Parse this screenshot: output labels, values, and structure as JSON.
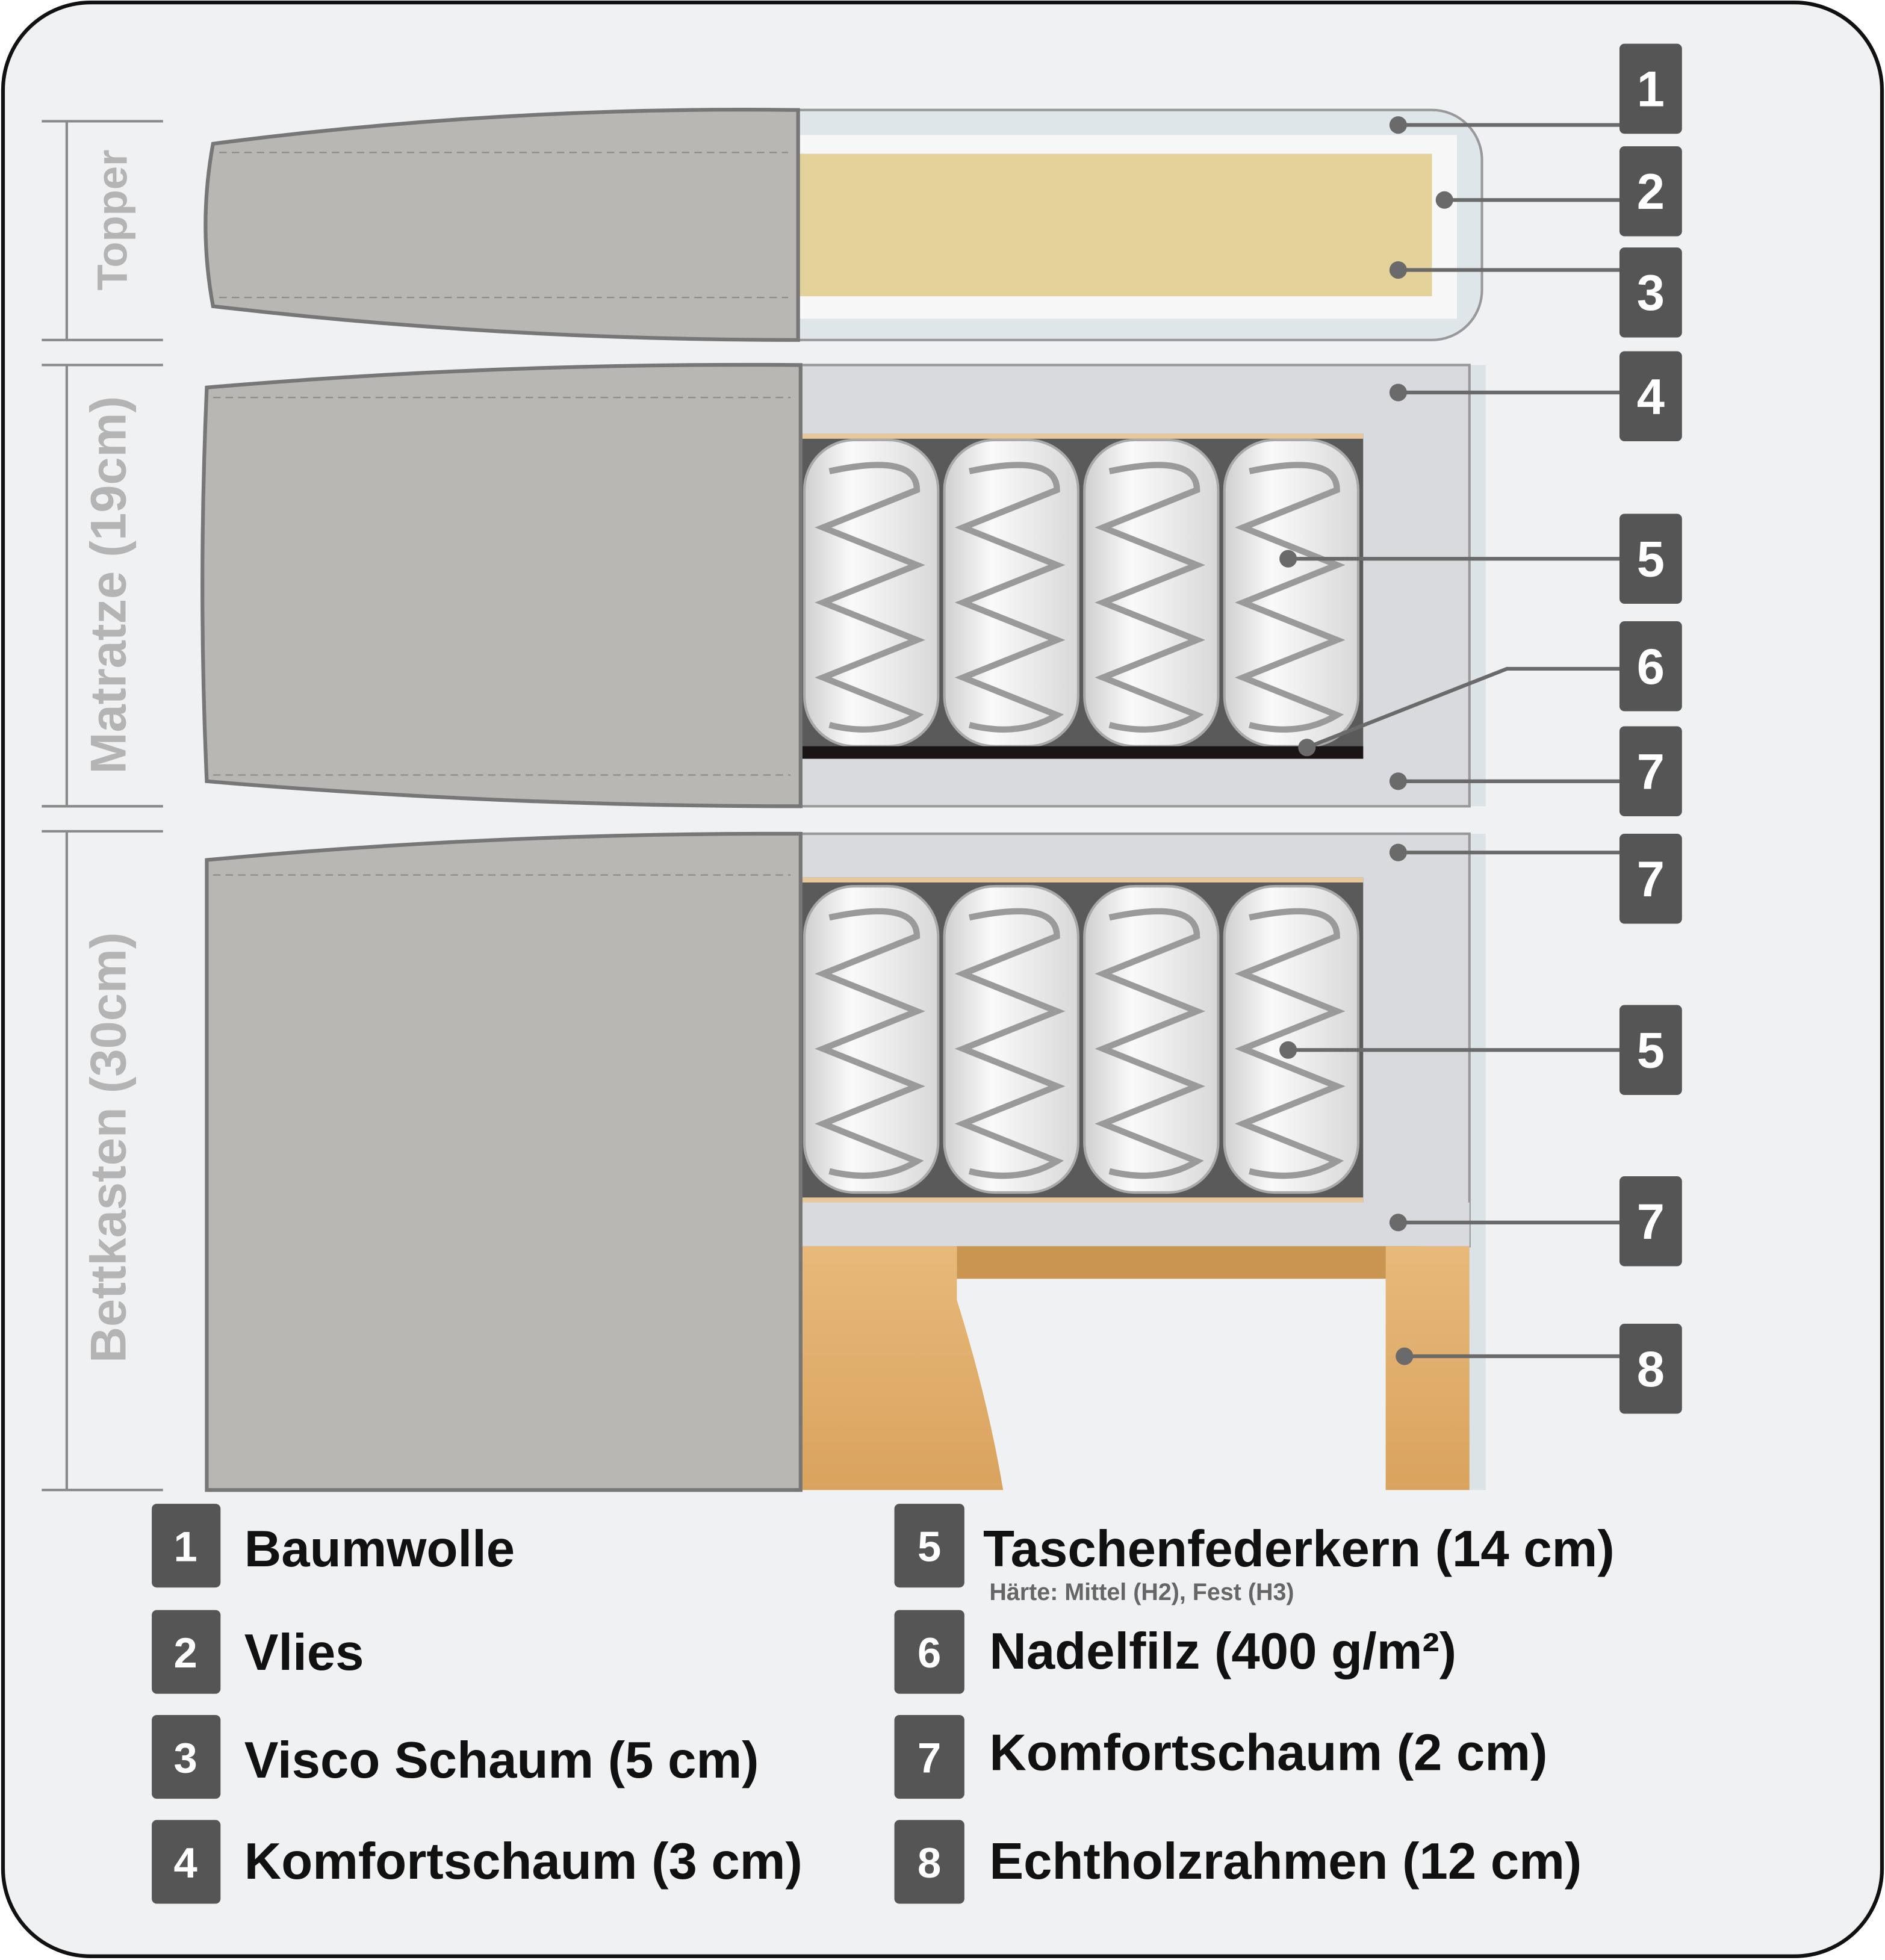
{
  "dimensions": {
    "topper": "Topper",
    "matratze": "Matratze (19cm)",
    "bettkasten": "Bettkasten (30cm)"
  },
  "callouts": [
    "1",
    "2",
    "3",
    "4",
    "5",
    "6",
    "7",
    "7",
    "5",
    "7",
    "8"
  ],
  "legend": [
    {
      "num": "1",
      "label": "Baumwolle"
    },
    {
      "num": "2",
      "label": "Vlies"
    },
    {
      "num": "3",
      "label": "Visco Schaum (5 cm)"
    },
    {
      "num": "4",
      "label": "Komfortschaum (3 cm)"
    },
    {
      "num": "5",
      "label": "Taschenfederkern (14 cm)",
      "sub": "Härte: Mittel (H2), Fest (H3)"
    },
    {
      "num": "6",
      "label": "Nadelfilz (400 g/m²)"
    },
    {
      "num": "7",
      "label": "Komfortschaum (2 cm)"
    },
    {
      "num": "8",
      "label": "Echtholzrahmen (12 cm)"
    }
  ],
  "colors": {
    "background": "#f0f1f3",
    "badge": "#555555",
    "fabric": "#b9b7b4",
    "foam": "#d6d8dc",
    "visco": "#e3d39a",
    "wood": "#dfae6a"
  }
}
